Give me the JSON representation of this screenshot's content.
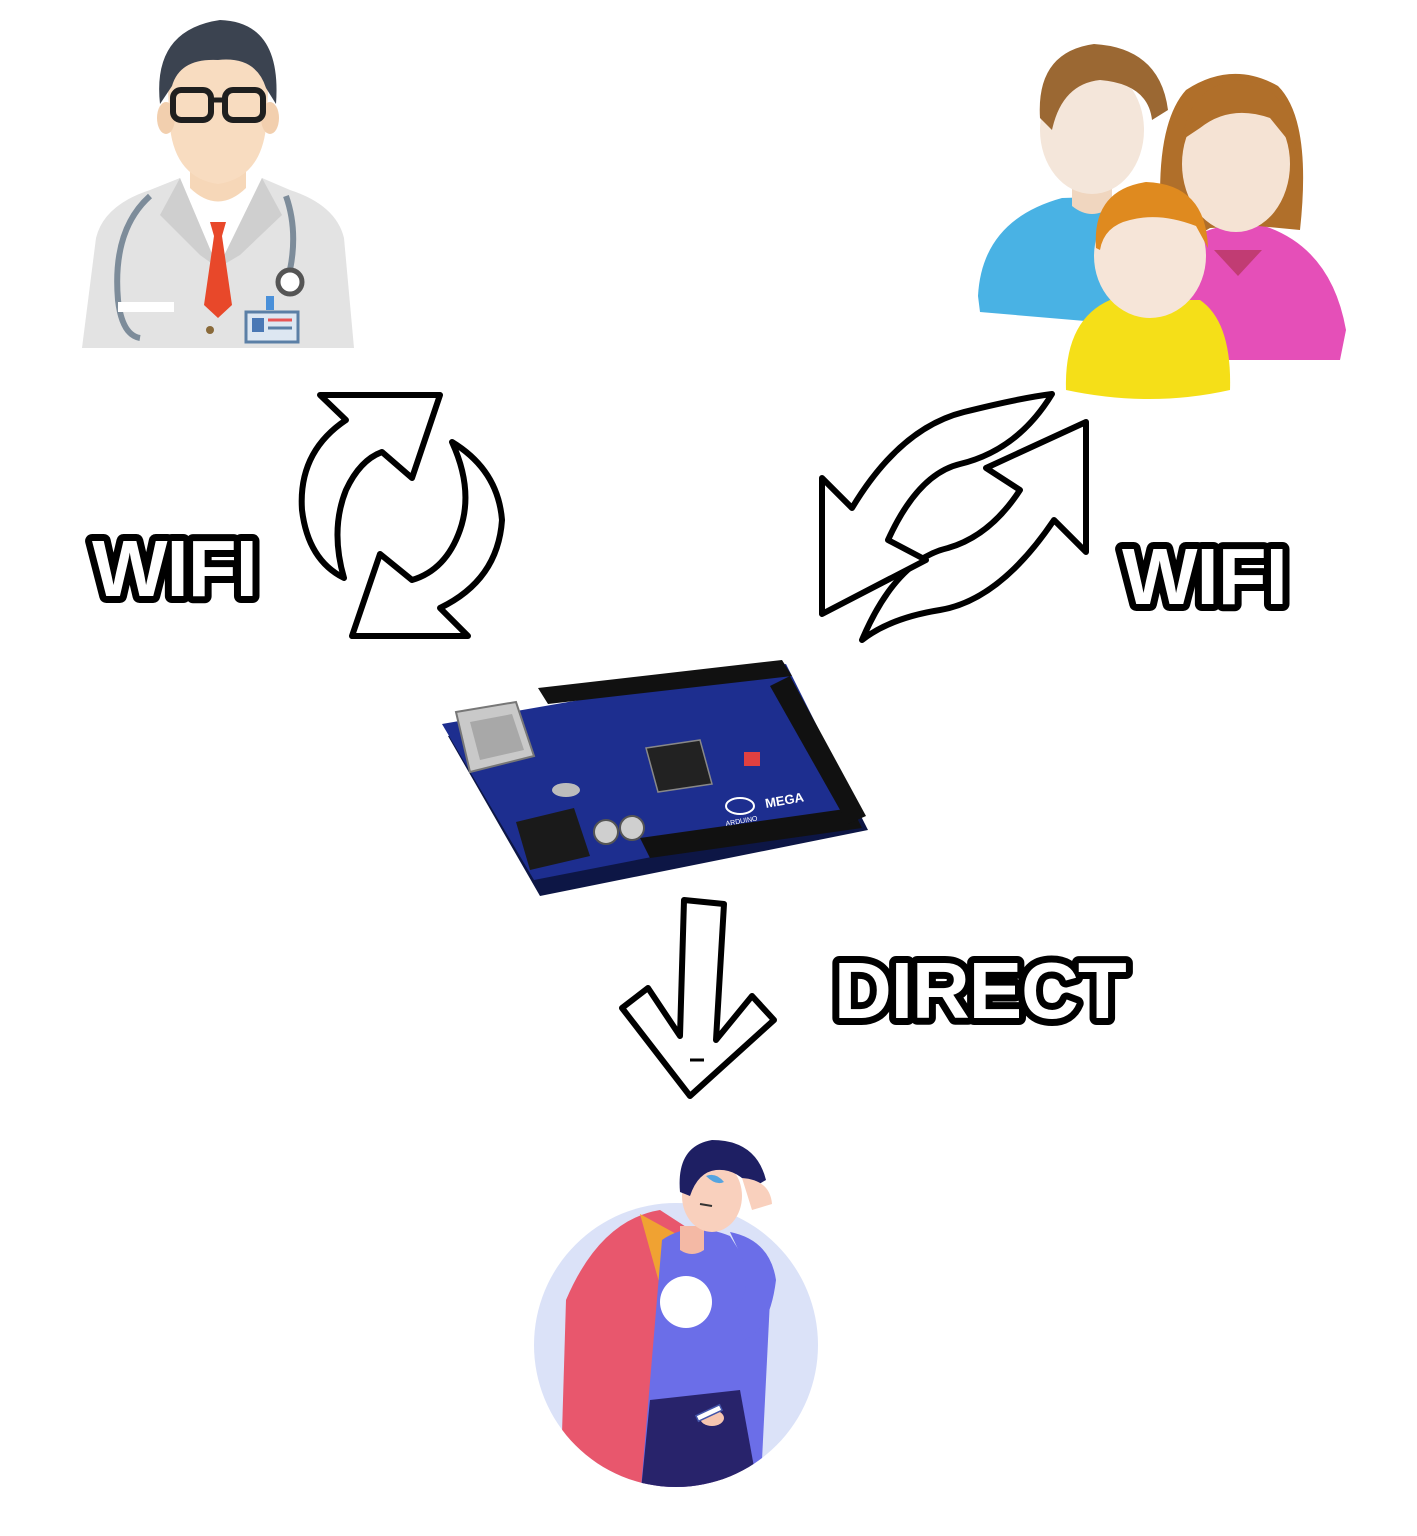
{
  "labels": {
    "left_link": "WIFI",
    "right_link": "WIFI",
    "bottom_link": "DIRECT"
  },
  "board": {
    "logo_text": "MEGA",
    "brand_text": "ARDUINO"
  },
  "colors": {
    "board_blue": "#1d2e8f",
    "doctor_coat": "#e2e2e2",
    "doctor_tie": "#e8482a",
    "family_man_shirt": "#49b2e4",
    "family_woman_shirt": "#e54fb8",
    "family_child_shirt": "#f5df18",
    "patient_bg": "#dbe2f8",
    "patient_blanket": "#e8576d",
    "patient_shirt": "#6b6ee8"
  },
  "icons": [
    "doctor-icon",
    "family-icon",
    "arduino-mega-board",
    "sick-patient-icon",
    "bidirectional-arrow-icon",
    "down-arrow-icon"
  ]
}
